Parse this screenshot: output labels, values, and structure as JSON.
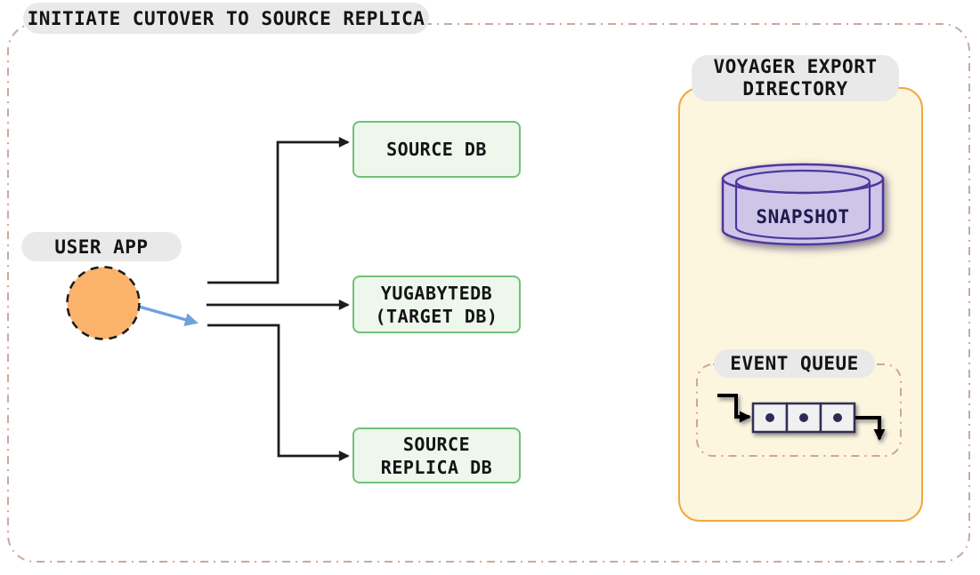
{
  "title": "INITIATE CUTOVER TO SOURCE REPLICA",
  "user_app": {
    "label": "USER APP"
  },
  "databases": {
    "source": {
      "line1": "SOURCE DB"
    },
    "target": {
      "line1": "YUGABYTEDB",
      "line2": "(TARGET DB)"
    },
    "replica": {
      "line1": "SOURCE",
      "line2": "REPLICA DB"
    }
  },
  "voyager_panel": {
    "title_line1": "VOYAGER EXPORT",
    "title_line2": "DIRECTORY",
    "snapshot": {
      "label": "SNAPSHOT",
      "icon": "database-cylinder-icon"
    },
    "event_queue": {
      "label": "EVENT QUEUE",
      "icon": "queue-icon",
      "item_count": 3
    }
  },
  "colors": {
    "outer_border": "#C9AB9C",
    "pill_bg": "#E9E9E9",
    "user_app_fill": "#FBB36B",
    "db_box_fill": "#EDF7EC",
    "db_box_border": "#6FC276",
    "panel_fill": "#FCF6DF",
    "panel_border": "#F1A73F",
    "cylinder_fill": "#CEC6E9",
    "cylinder_border": "#50359B",
    "queue_box_fill": "#F1F1F1",
    "queue_box_border": "#312D58",
    "event_queue_dash": "#CFA49E",
    "arrow_black": "#1C1C1C",
    "arrow_blue": "#6FA1DC"
  }
}
